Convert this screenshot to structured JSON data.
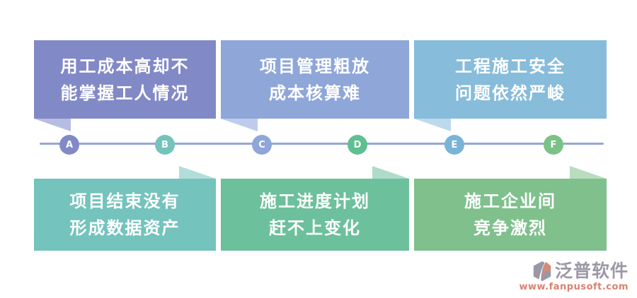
{
  "diagram": {
    "top_boxes": [
      {
        "line1": "用工成本高却不",
        "line2": "能掌握工人情况",
        "color": "#8289C7",
        "tail_color": "#B7BCE4"
      },
      {
        "line1": "项目管理粗放",
        "line2": "成本核算难",
        "color": "#8FA6D9",
        "tail_color": "#BECBEC"
      },
      {
        "line1": "工程施工安全",
        "line2": "问题依然严峻",
        "color": "#87BCDB",
        "tail_color": "#BCDAEC"
      }
    ],
    "bottom_boxes": [
      {
        "line1": "项目结束没有",
        "line2": "形成数据资产",
        "color": "#74C3BD",
        "tail_color": "#B2DDDA"
      },
      {
        "line1": "施工进度计划",
        "line2": "赶不上变化",
        "color": "#6DC09C",
        "tail_color": "#AEDCC8"
      },
      {
        "line1": "施工企业间",
        "line2": "竞争激烈",
        "color": "#7FC08C",
        "tail_color": "#B9DDBE"
      }
    ],
    "timeline": {
      "line_color": "#94A5DB",
      "points": [
        {
          "label": "A",
          "color": "#8289C7"
        },
        {
          "label": "B",
          "color": "#74C3BD"
        },
        {
          "label": "C",
          "color": "#8FA6D9"
        },
        {
          "label": "D",
          "color": "#5FBF91"
        },
        {
          "label": "E",
          "color": "#79B4D8"
        },
        {
          "label": "F",
          "color": "#7BC287"
        }
      ]
    }
  },
  "watermark": {
    "brand": "泛普软件",
    "url": "www.fanpusoft.com",
    "brand_color": "#9C98A6",
    "url_color": "#D9826F",
    "icon_gray": "#9B97A6",
    "icon_accent": "#D98873"
  }
}
